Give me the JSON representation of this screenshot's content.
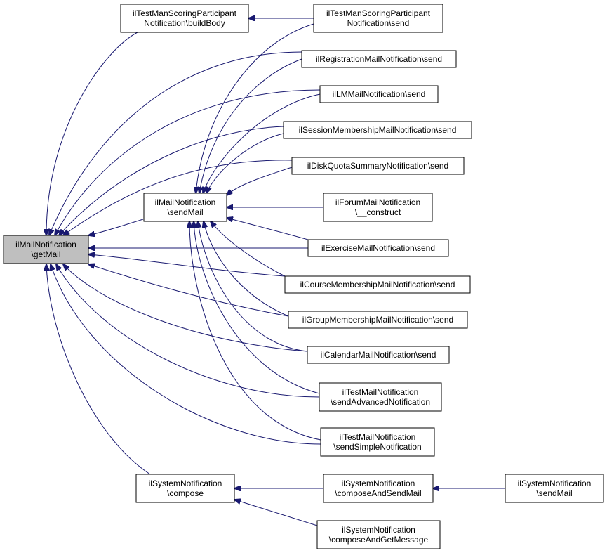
{
  "colors": {
    "edge": "#191970",
    "root_fill": "#bfbfbf",
    "node_fill": "#ffffff",
    "border": "#000000"
  },
  "nodes": {
    "getMail": [
      "ilMailNotification",
      "\\getMail"
    ],
    "sendMail": [
      "ilMailNotification",
      "\\sendMail"
    ],
    "buildBody": [
      "ilTestManScoringParticipant",
      "Notification\\buildBody"
    ],
    "scoringSend": [
      "ilTestManScoringParticipant",
      "Notification\\send"
    ],
    "registration": [
      "ilRegistrationMailNotification\\send"
    ],
    "lm": [
      "ilLMMailNotification\\send"
    ],
    "session": [
      "ilSessionMembershipMailNotification\\send"
    ],
    "diskQuota": [
      "ilDiskQuotaSummaryNotification\\send"
    ],
    "forum": [
      "ilForumMailNotification",
      "\\__construct"
    ],
    "exercise": [
      "ilExerciseMailNotification\\send"
    ],
    "course": [
      "ilCourseMembershipMailNotification\\send"
    ],
    "group": [
      "ilGroupMembershipMailNotification\\send"
    ],
    "calendar": [
      "ilCalendarMailNotification\\send"
    ],
    "testAdvanced": [
      "ilTestMailNotification",
      "\\sendAdvancedNotification"
    ],
    "testSimple": [
      "ilTestMailNotification",
      "\\sendSimpleNotification"
    ],
    "sysCompose": [
      "ilSystemNotification",
      "\\compose"
    ],
    "sysComposeAndSend": [
      "ilSystemNotification",
      "\\composeAndSendMail"
    ],
    "sysSendMail": [
      "ilSystemNotification",
      "\\sendMail"
    ],
    "sysComposeAndGet": [
      "ilSystemNotification",
      "\\composeAndGetMessage"
    ]
  }
}
